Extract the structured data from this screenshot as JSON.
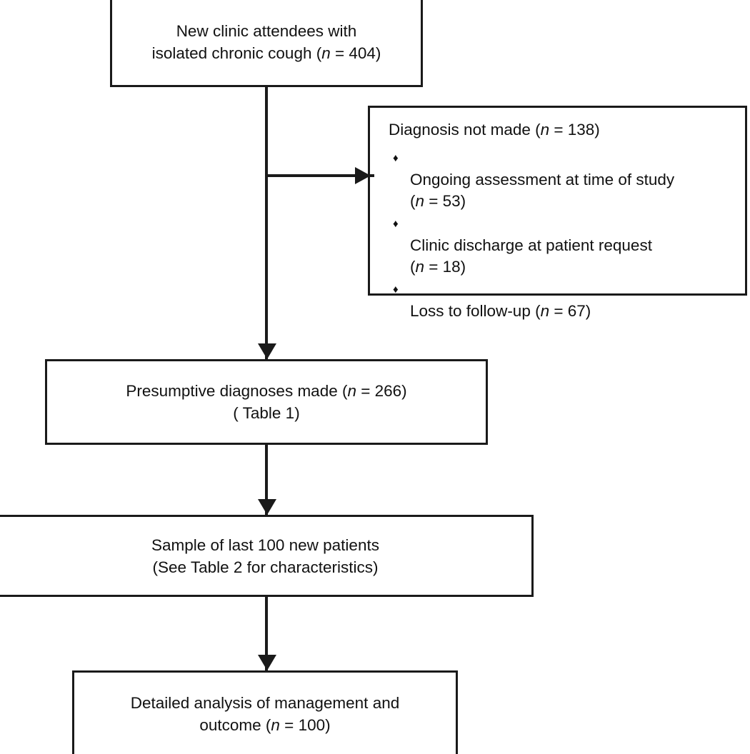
{
  "figure": {
    "type": "flowchart",
    "title": "Chronic cough clinic patient flow",
    "orientation": "top-to-bottom",
    "colors": {
      "stroke": "#1a1a1a",
      "fill": "#ffffff",
      "text": "#111111"
    }
  },
  "nodes": {
    "attendees": {
      "line1": "New clinic attendees with",
      "line2_prefix": "isolated chronic cough (",
      "line2_italic": "n",
      "line2_suffix": " = 404)",
      "count": 404
    },
    "no_diagnosis": {
      "heading_prefix": "Diagnosis not made (",
      "heading_italic": "n",
      "heading_suffix": " = 138)",
      "count": 138,
      "bullet_glyph": "♦",
      "items": [
        {
          "text": "Ongoing assessment at time of study",
          "count_prefix": "(",
          "count_italic": "n",
          "count_suffix": " = 53)",
          "count": 53
        },
        {
          "text": "Clinic discharge at patient request",
          "count_prefix": "(",
          "count_italic": "n",
          "count_suffix": " = 18)",
          "count": 18
        },
        {
          "text": "Loss to follow-up (",
          "count_prefix": "",
          "count_italic": "n",
          "count_suffix": " = 67)",
          "count": 67,
          "inline": true
        }
      ]
    },
    "presumptive": {
      "line1_prefix": "Presumptive diagnoses made (",
      "line1_italic": "n",
      "line1_suffix": " = 266)",
      "count": 266,
      "line2": "( Table 1)"
    },
    "sample": {
      "line1": "Sample of last 100 new patients",
      "line2": "(See Table 2 for characteristics)",
      "count": 100
    },
    "analysis": {
      "line1": "Detailed analysis of management and",
      "line2_prefix": "outcome (",
      "line2_italic": "n",
      "line2_suffix": " = 100)",
      "count": 100
    }
  },
  "connectors": [
    {
      "name": "attendees-to-presumptive",
      "kind": "arrow-down"
    },
    {
      "name": "attendees-to-no-diagnosis",
      "kind": "arrow-right"
    },
    {
      "name": "presumptive-to-sample",
      "kind": "arrow-down"
    },
    {
      "name": "sample-to-analysis",
      "kind": "arrow-down"
    }
  ]
}
